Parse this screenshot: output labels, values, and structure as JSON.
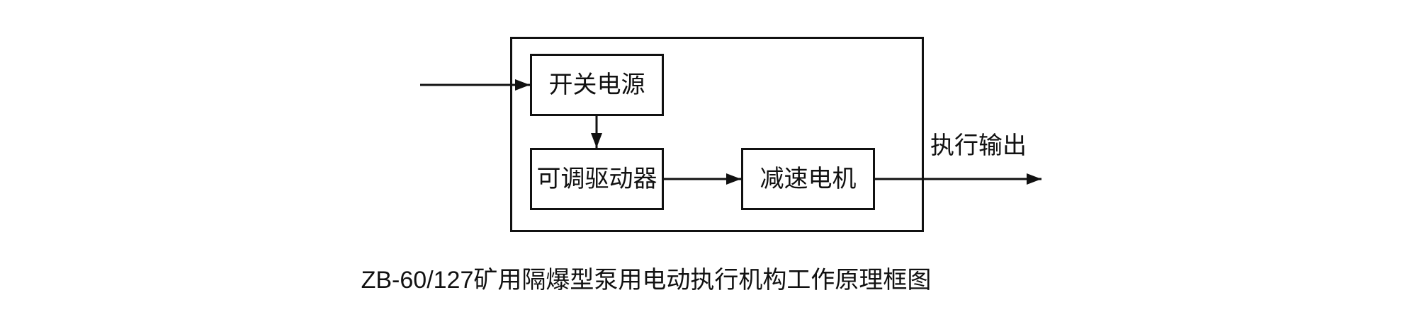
{
  "diagram": {
    "blocks": [
      {
        "name": "switching-power-supply",
        "label": "开关电源"
      },
      {
        "name": "adjustable-driver",
        "label": "可调驱动器"
      },
      {
        "name": "gear-motor",
        "label": "减速电机"
      }
    ],
    "output_label": "执行输出",
    "caption": "ZB-60/127矿用隔爆型泵用电动执行机构工作原理框图",
    "colors": {
      "line": "#111111",
      "background": "#ffffff"
    }
  }
}
